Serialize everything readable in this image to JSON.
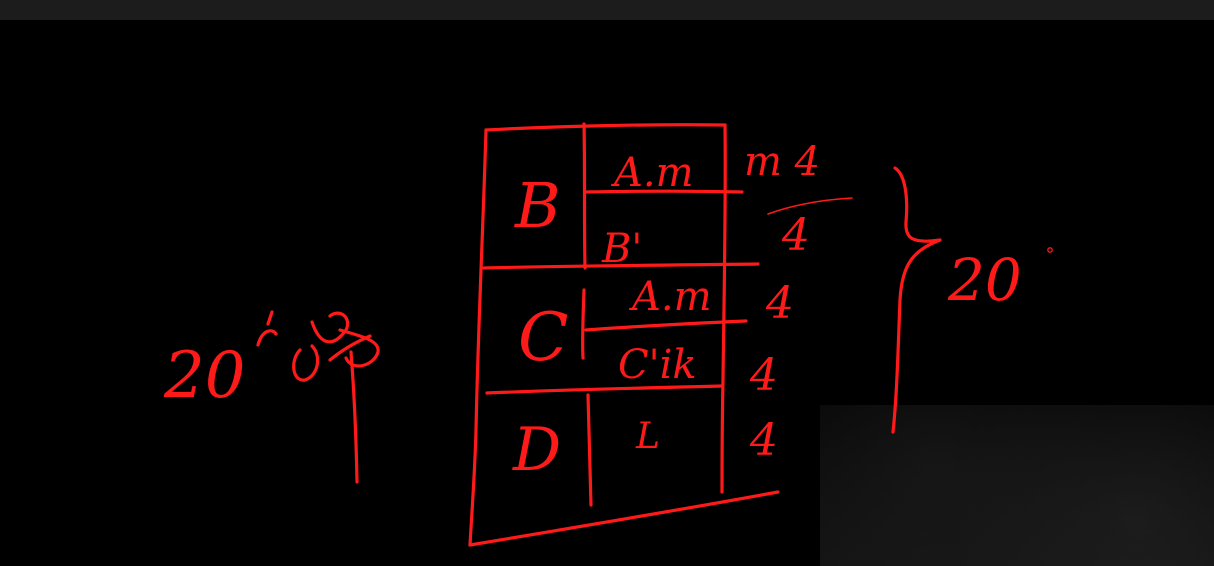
{
  "ink_color": "#ff1a1a",
  "background_color": "#000000",
  "table": {
    "rows": [
      {
        "label": "B",
        "cells": [
          "A.m",
          "B'"
        ]
      },
      {
        "label": "C",
        "cells": [
          "A.m",
          "C'ik"
        ]
      },
      {
        "label": "D",
        "cells": [
          "L"
        ]
      }
    ],
    "side_values": [
      "m 4",
      "4",
      "4",
      "4",
      "4"
    ]
  },
  "total_label": "20",
  "left_note": "20"
}
